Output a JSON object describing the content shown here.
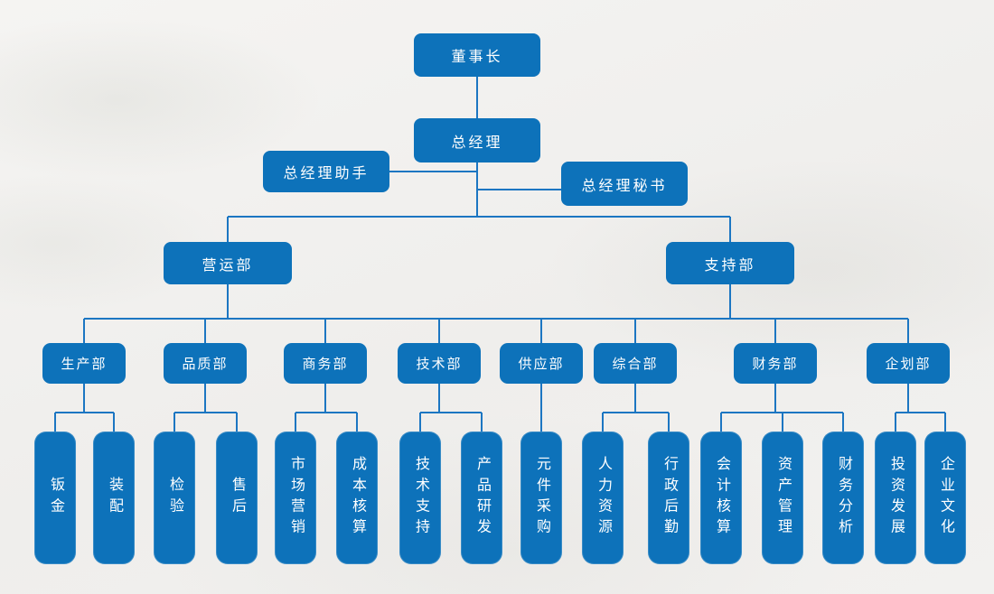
{
  "colors": {
    "node_fill": "#0d72ba",
    "connector": "#1c76c2",
    "node_text": "#ffffff",
    "background": "#f1f0ee"
  },
  "org": {
    "chairman": "董事长",
    "general_manager": "总经理",
    "gm_assistant": "总经理助手",
    "gm_secretary": "总经理秘书",
    "divisions": [
      {
        "label": "营运部"
      },
      {
        "label": "支持部"
      }
    ],
    "departments": [
      {
        "label": "生产部",
        "teams": [
          "钣金",
          "装配"
        ]
      },
      {
        "label": "品质部",
        "teams": [
          "检验",
          "售后"
        ]
      },
      {
        "label": "商务部",
        "teams": [
          "市场营销",
          "成本核算"
        ]
      },
      {
        "label": "技术部",
        "teams": [
          "技术支持",
          "产品研发"
        ]
      },
      {
        "label": "供应部",
        "teams": [
          "元件采购"
        ]
      },
      {
        "label": "综合部",
        "teams": [
          "人力资源",
          "行政后勤"
        ]
      },
      {
        "label": "财务部",
        "teams": [
          "会计核算",
          "资产管理",
          "财务分析"
        ]
      },
      {
        "label": "企划部",
        "teams": [
          "投资发展",
          "企业文化"
        ]
      }
    ]
  }
}
